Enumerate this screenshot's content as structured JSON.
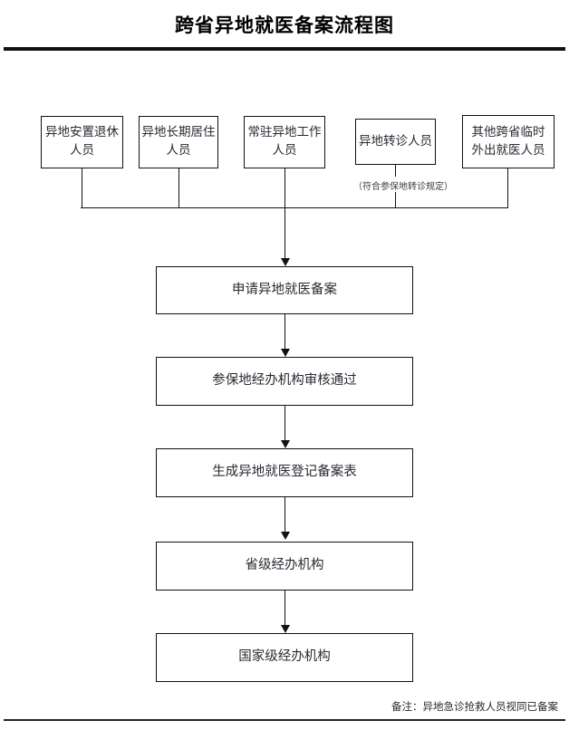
{
  "document": {
    "title": "跨省异地就医备案流程图"
  },
  "sources": [
    {
      "label": "异地安置退休\n人员",
      "note": ""
    },
    {
      "label": "异地长期居住\n人员",
      "note": ""
    },
    {
      "label": "常驻异地工作\n人员",
      "note": ""
    },
    {
      "label": "异地转诊人员",
      "note": "（符合参保地转诊规定）"
    },
    {
      "label": "其他跨省临时\n外出就医人员",
      "note": ""
    }
  ],
  "process": [
    {
      "label": "申请异地就医备案"
    },
    {
      "label": "参保地经办机构审核通过"
    },
    {
      "label": "生成异地就医登记备案表"
    },
    {
      "label": "省级经办机构"
    },
    {
      "label": "国家级经办机构"
    }
  ],
  "footer": {
    "remark": "备注：异地急诊抢救人员视同已备案"
  },
  "colors": {
    "ink": "#111111",
    "text": "#2a2a33",
    "background": "#ffffff"
  }
}
